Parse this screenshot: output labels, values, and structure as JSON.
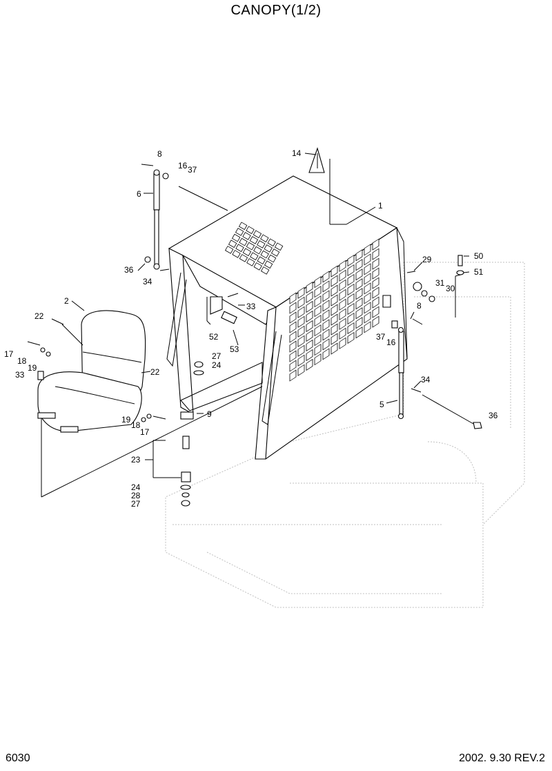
{
  "header": {
    "title": "CANOPY(1/2)"
  },
  "footer": {
    "page": "6030",
    "date_rev": "2002. 9.30  REV.2"
  },
  "callouts": [
    {
      "id": "c1",
      "text": "1"
    },
    {
      "id": "c2",
      "text": "2"
    },
    {
      "id": "c5",
      "text": "5"
    },
    {
      "id": "c6",
      "text": "6"
    },
    {
      "id": "c8a",
      "text": "8"
    },
    {
      "id": "c8b",
      "text": "8"
    },
    {
      "id": "c9",
      "text": "9"
    },
    {
      "id": "c14",
      "text": "14"
    },
    {
      "id": "c16a",
      "text": "16"
    },
    {
      "id": "c16b",
      "text": "16"
    },
    {
      "id": "c17a",
      "text": "17"
    },
    {
      "id": "c17b",
      "text": "17"
    },
    {
      "id": "c18a",
      "text": "18"
    },
    {
      "id": "c18b",
      "text": "18"
    },
    {
      "id": "c19a",
      "text": "19"
    },
    {
      "id": "c19b",
      "text": "19"
    },
    {
      "id": "c22a",
      "text": "22"
    },
    {
      "id": "c22b",
      "text": "22"
    },
    {
      "id": "c23",
      "text": "23"
    },
    {
      "id": "c24a",
      "text": "24"
    },
    {
      "id": "c24b",
      "text": "24"
    },
    {
      "id": "c27a",
      "text": "27"
    },
    {
      "id": "c27b",
      "text": "27"
    },
    {
      "id": "c28",
      "text": "28"
    },
    {
      "id": "c29",
      "text": "29"
    },
    {
      "id": "c30",
      "text": "30"
    },
    {
      "id": "c31",
      "text": "31"
    },
    {
      "id": "c33a",
      "text": "33"
    },
    {
      "id": "c33b",
      "text": "33"
    },
    {
      "id": "c34a",
      "text": "34"
    },
    {
      "id": "c34b",
      "text": "34"
    },
    {
      "id": "c36a",
      "text": "36"
    },
    {
      "id": "c36b",
      "text": "36"
    },
    {
      "id": "c37a",
      "text": "37"
    },
    {
      "id": "c37b",
      "text": "37"
    },
    {
      "id": "c50",
      "text": "50"
    },
    {
      "id": "c51",
      "text": "51"
    },
    {
      "id": "c52",
      "text": "52"
    },
    {
      "id": "c53",
      "text": "53"
    }
  ]
}
